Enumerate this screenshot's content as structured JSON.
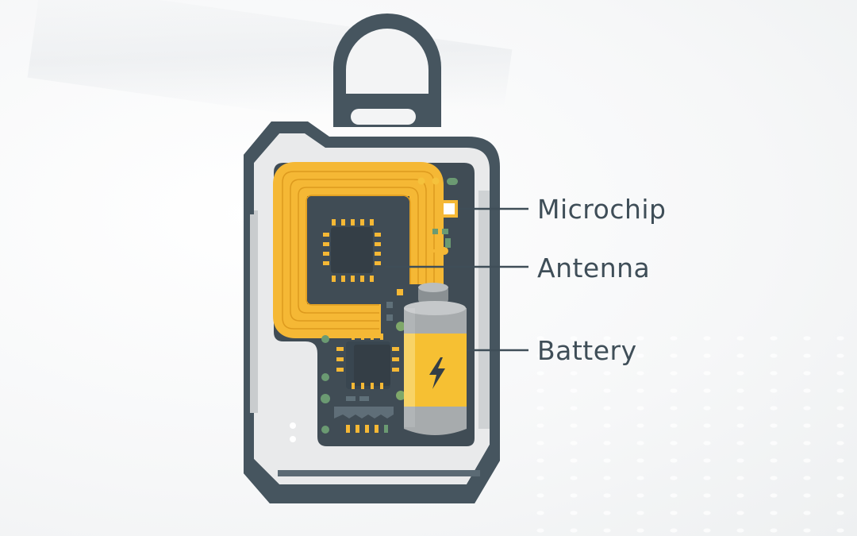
{
  "diagram": {
    "type": "labeled illustration",
    "subject": "tracking tag / fob cutaway",
    "labels": [
      {
        "id": "microchip",
        "text": "Microchip"
      },
      {
        "id": "antenna",
        "text": "Antenna"
      },
      {
        "id": "battery",
        "text": "Battery"
      }
    ]
  },
  "colors": {
    "casing_dark": "#46555f",
    "casing_light": "#e9eaeb",
    "pcb": "#404c55",
    "copper": "#f5b835",
    "copper_line": "#dd9a1e",
    "chip": "#343e46",
    "green_pad": "#6b9a72",
    "battery_gray": "#a7abad",
    "battery_yellow": "#f6c033",
    "label_text": "#3f4e58",
    "leader_line": "#3f4e58"
  }
}
